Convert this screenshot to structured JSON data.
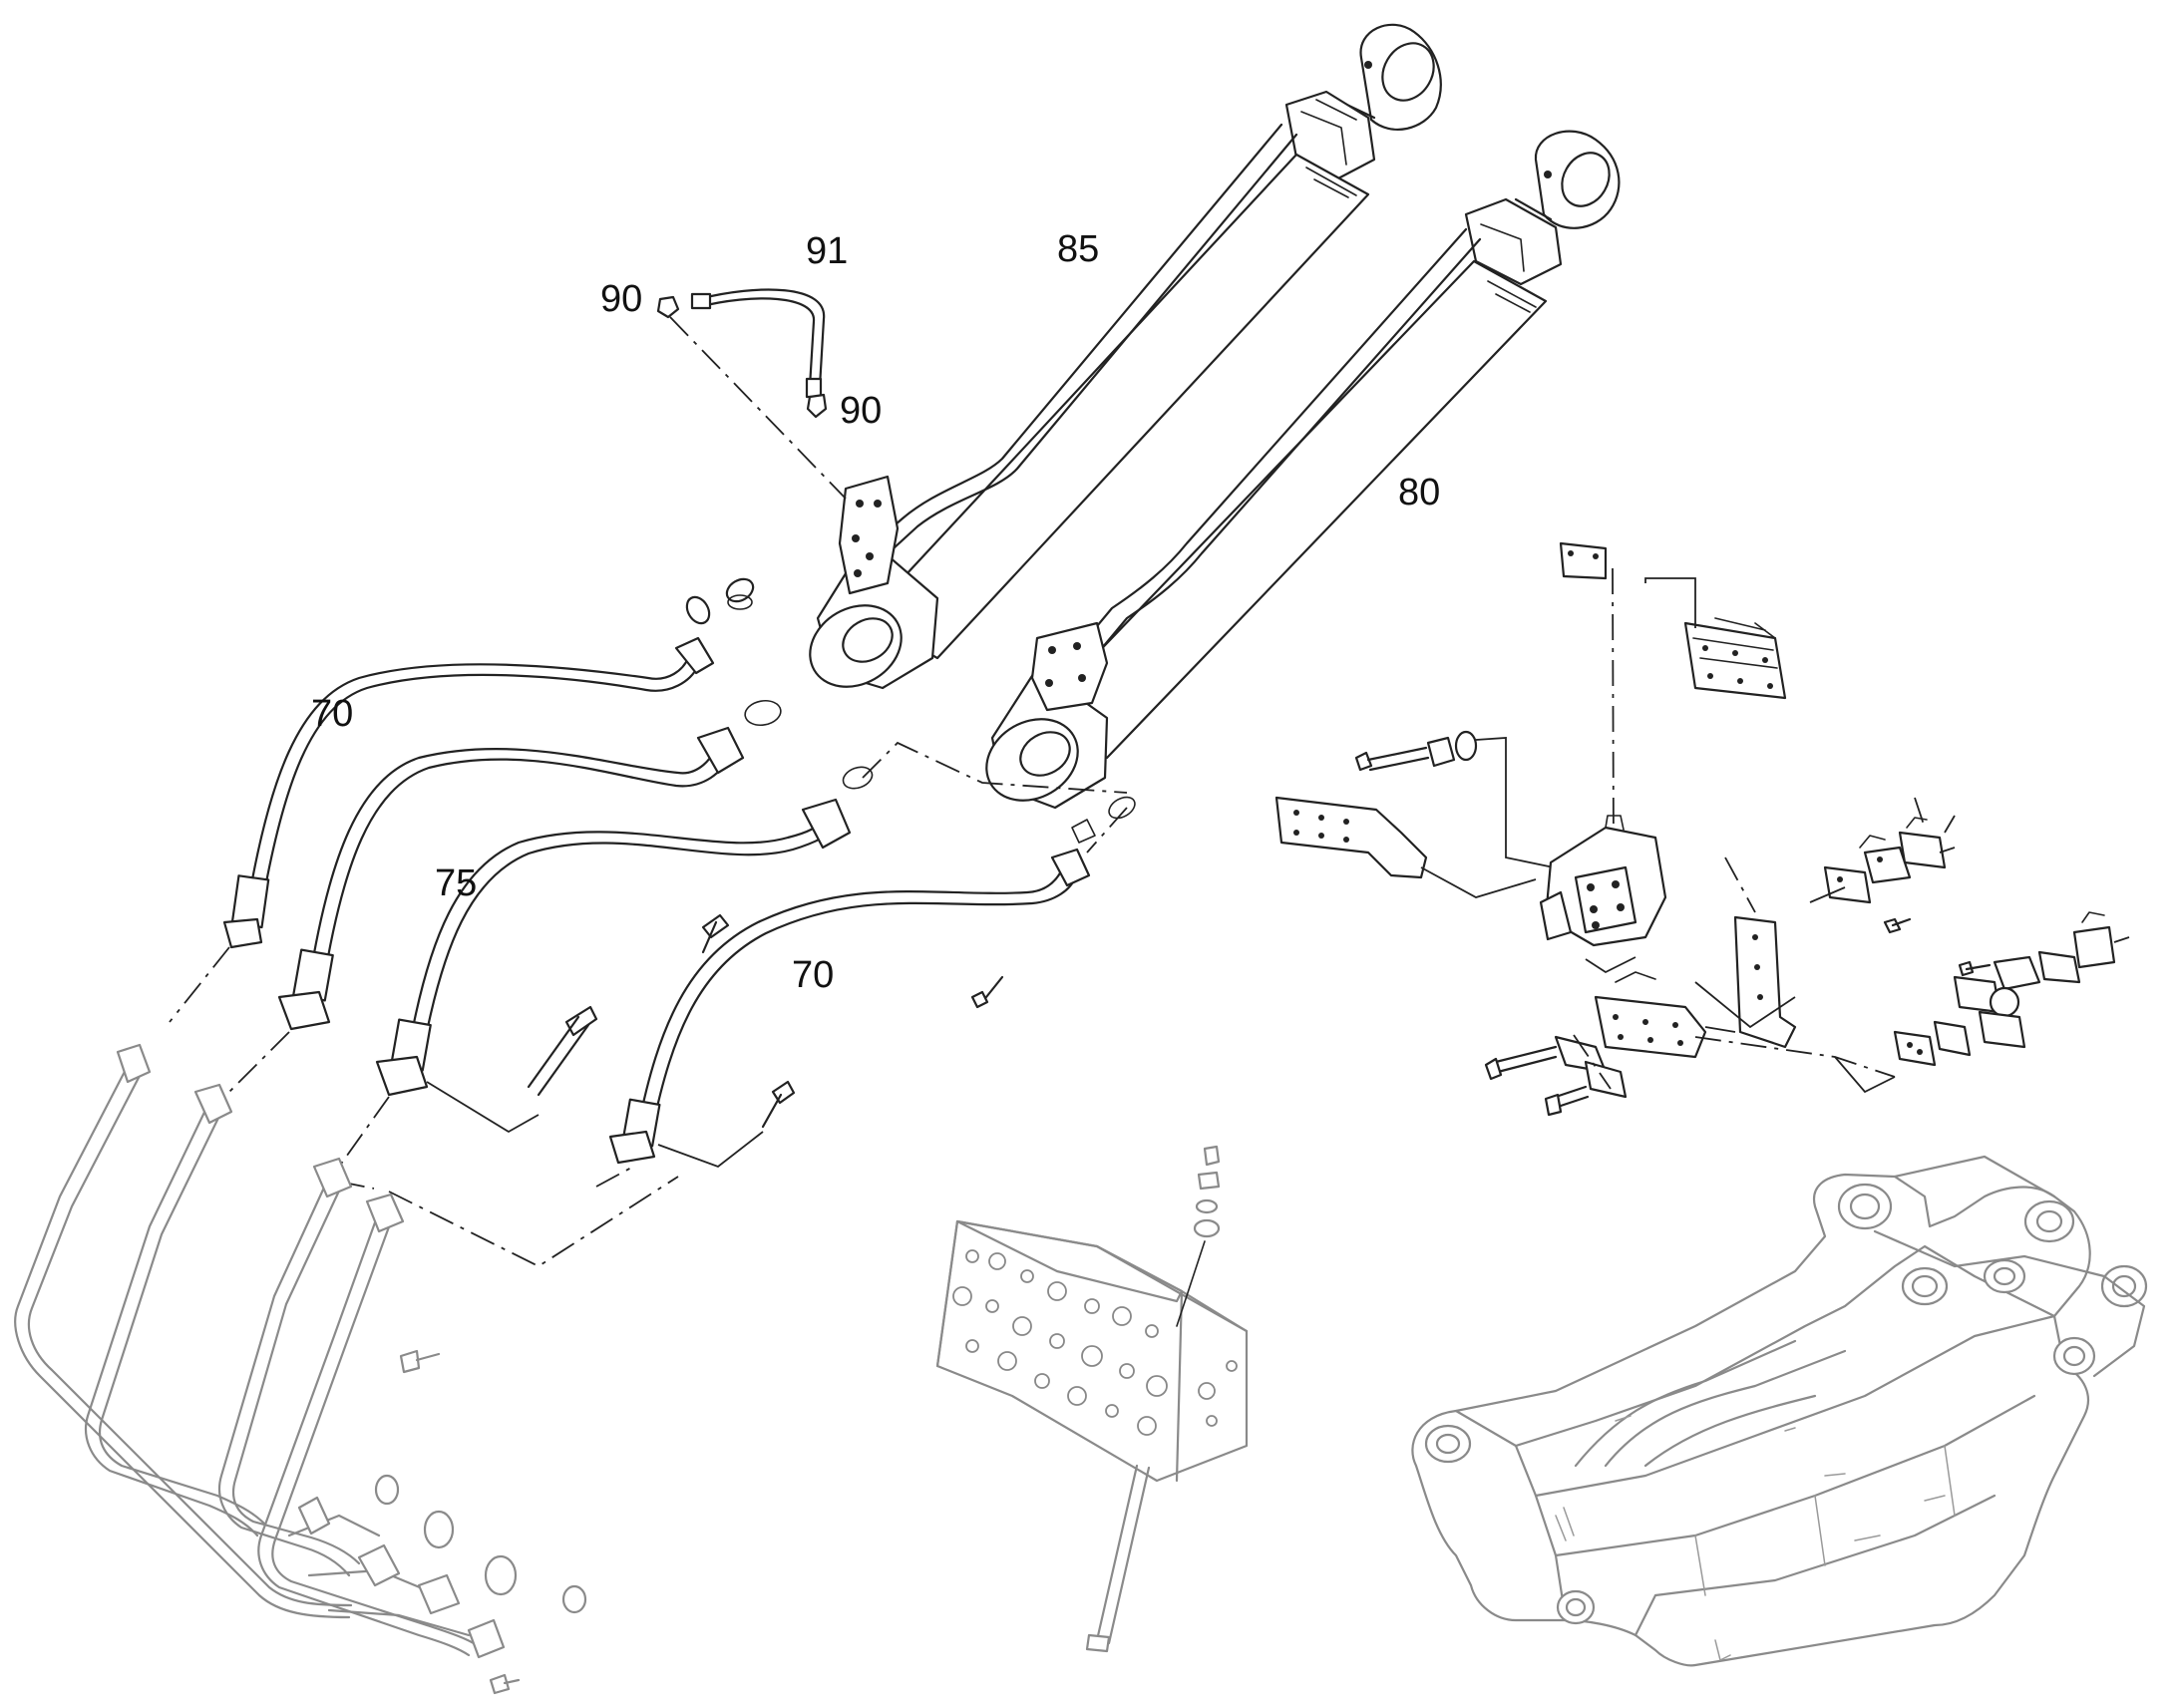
{
  "callouts": {
    "c70a": "70",
    "c70b": "70",
    "c75": "75",
    "c80": "80",
    "c85": "85",
    "c90a": "90",
    "c90b": "90",
    "c91": "91"
  }
}
